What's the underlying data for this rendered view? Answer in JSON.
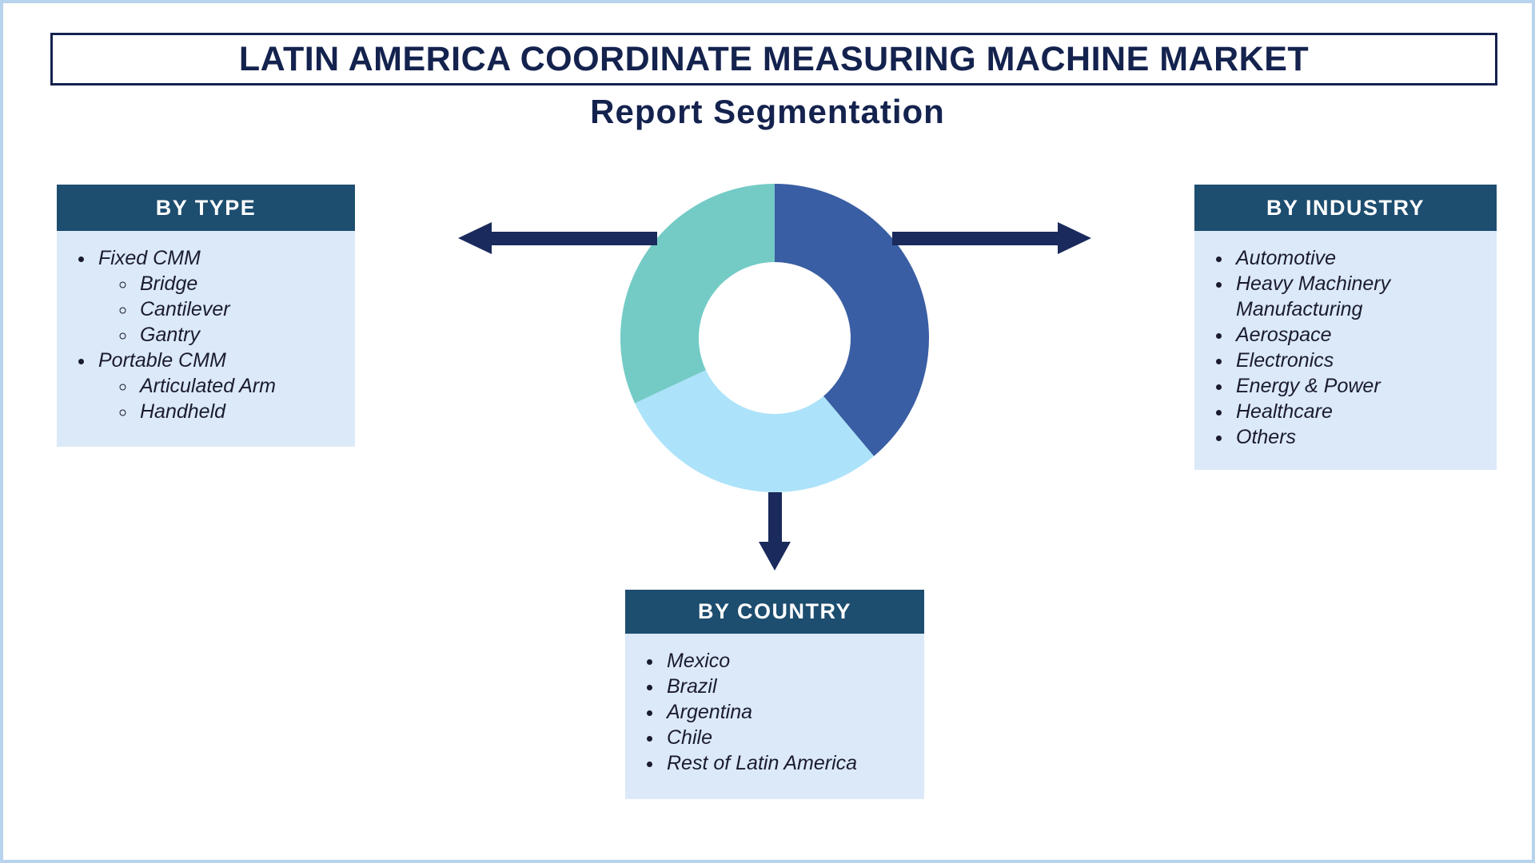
{
  "page": {
    "title": "LATIN AMERICA COORDINATE MEASURING MACHINE MARKET",
    "subtitle": "Report Segmentation"
  },
  "panels": {
    "by_type": {
      "header": "BY TYPE",
      "items": [
        {
          "label": "Fixed CMM",
          "children": [
            "Bridge",
            "Cantilever",
            "Gantry"
          ]
        },
        {
          "label": "Portable CMM",
          "children": [
            "Articulated Arm",
            "Handheld"
          ]
        }
      ]
    },
    "by_industry": {
      "header": "BY INDUSTRY",
      "items": [
        "Automotive",
        "Heavy Machinery Manufacturing",
        "Aerospace",
        "Electronics",
        "Energy & Power",
        "Healthcare",
        "Others"
      ]
    },
    "by_country": {
      "header": "BY COUNTRY",
      "items": [
        "Mexico",
        "Brazil",
        "Argentina",
        "Chile",
        "Rest of Latin America"
      ]
    }
  },
  "chart_data": {
    "type": "pie",
    "variant": "donut",
    "title": "",
    "legend": "none",
    "outer_radius": 193,
    "inner_radius": 95,
    "segments": [
      {
        "name": "donut-segment-dark-blue",
        "start_angle": 0,
        "end_angle": 140,
        "color": "#3a5ea3"
      },
      {
        "name": "donut-segment-light-blue",
        "start_angle": 140,
        "end_angle": 245,
        "color": "#ade3fa"
      },
      {
        "name": "donut-segment-teal",
        "start_angle": 245,
        "end_angle": 360,
        "color": "#74cbc6"
      }
    ]
  },
  "colors": {
    "navy_text": "#14224e",
    "header_bg": "#1d4d6f",
    "panel_bg": "#dbe9f8",
    "arrow": "#1a2a5c",
    "page_border": "#b8d3ee"
  }
}
